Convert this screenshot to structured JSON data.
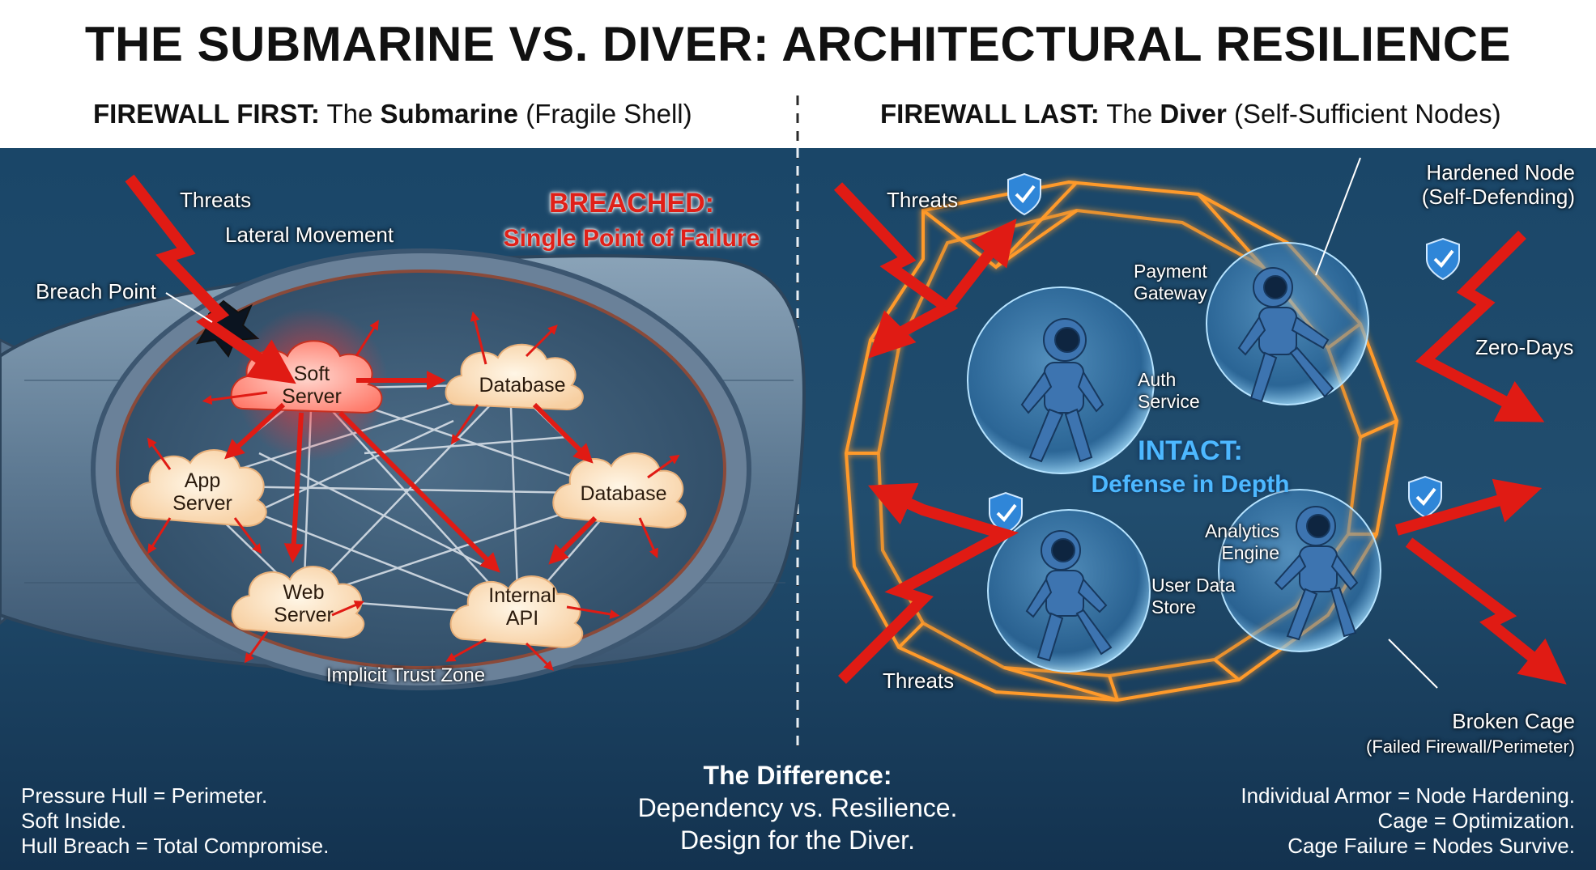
{
  "title": "THE SUBMARINE VS. DIVER: ARCHITECTURAL RESILIENCE",
  "left_header": {
    "bold1": "FIREWALL FIRST:",
    "mid": " The ",
    "bold2": "Submarine",
    "tail": " (Fragile Shell)"
  },
  "right_header": {
    "bold1": "FIREWALL LAST:",
    "mid": " The ",
    "bold2": "Diver",
    "tail": " (Self-Sufficient Nodes)"
  },
  "left": {
    "threats": "Threats",
    "lateral": "Lateral Movement",
    "breach_point": "Breach Point",
    "breached_title": "BREACHED:",
    "breached_sub": "Single Point of Failure",
    "nodes": {
      "soft_server": [
        "Soft",
        "Server"
      ],
      "database_1": "Database",
      "app_server": [
        "App",
        "Server"
      ],
      "database_2": "Database",
      "web_server": [
        "Web",
        "Server"
      ],
      "internal_api": [
        "Internal",
        "API"
      ]
    },
    "trust_zone": "Implicit Trust Zone",
    "footnotes": [
      "Pressure Hull = Perimeter.",
      "Soft Inside.",
      "Hull Breach = Total Compromise."
    ]
  },
  "right": {
    "threats_top": "Threats",
    "threats_bottom": "Threats",
    "hardened_node": [
      "Hardened Node",
      "(Self-Defending)"
    ],
    "zero_days": "Zero-Days",
    "divers": {
      "payment_gateway": [
        "Payment",
        "Gateway"
      ],
      "auth_service": [
        "Auth",
        "Service"
      ],
      "analytics_engine": [
        "Analytics",
        "Engine"
      ],
      "user_data_store": [
        "User Data",
        "Store"
      ]
    },
    "intact_title": "INTACT:",
    "intact_sub": "Defense in Depth",
    "broken_cage": "Broken Cage",
    "broken_cage_sub": "(Failed Firewall/Perimeter)",
    "footnotes": [
      "Individual Armor = Node Hardening.",
      "Cage = Optimization.",
      "Cage Failure = Nodes Survive."
    ]
  },
  "center_footer": {
    "title": "The Difference:",
    "line1": "Dependency vs. Resilience.",
    "line2": "Design for the Diver."
  },
  "colors": {
    "ocean": "#1d4767",
    "threat_red": "#e01b14",
    "cage_orange": "#ff9a2a",
    "bubble_blue": "#3f8fcf",
    "cloud": "#fde6c9",
    "intact_cyan": "#4db8ff"
  },
  "icons": [
    "shield-check-icon",
    "lightning-arrow-icon",
    "cloud-node-icon",
    "diver-icon"
  ]
}
